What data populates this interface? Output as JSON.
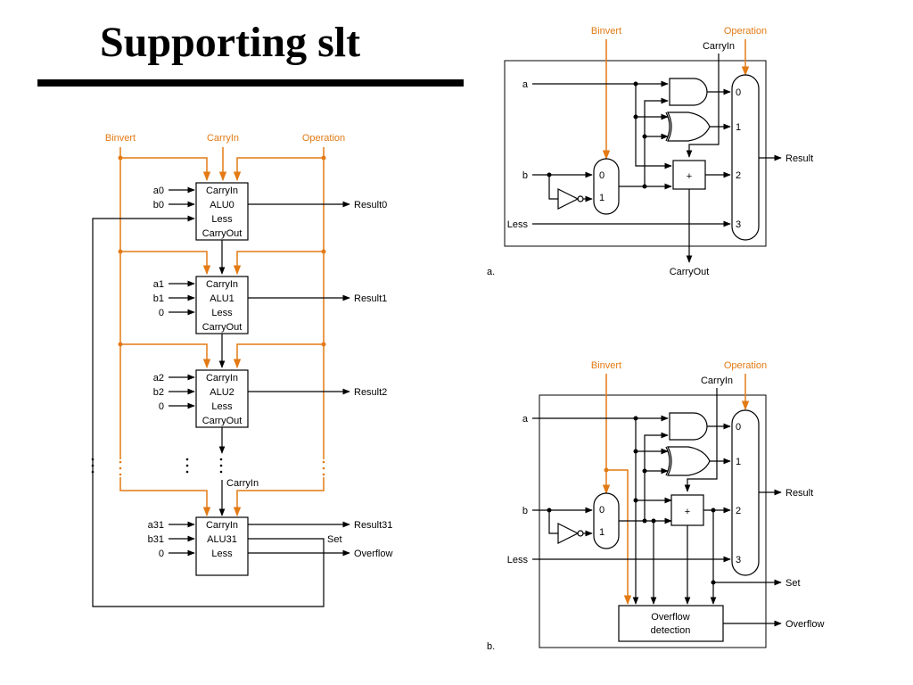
{
  "title": "Supporting slt",
  "colors": {
    "control": "#e37a14",
    "wire": "#000000"
  },
  "chain": {
    "binvert": "Binvert",
    "carryin": "CarryIn",
    "operation": "Operation",
    "carryin_mid": "CarryIn",
    "alus": [
      {
        "a": "a0",
        "b": "b0",
        "less": "",
        "carryin": "CarryIn",
        "name": "ALU0",
        "less_label": "Less",
        "carryout": "CarryOut",
        "result": "Result0"
      },
      {
        "a": "a1",
        "b": "b1",
        "less": "0",
        "carryin": "CarryIn",
        "name": "ALU1",
        "less_label": "Less",
        "carryout": "CarryOut",
        "result": "Result1"
      },
      {
        "a": "a2",
        "b": "b2",
        "less": "0",
        "carryin": "CarryIn",
        "name": "ALU2",
        "less_label": "Less",
        "carryout": "CarryOut",
        "result": "Result2"
      }
    ],
    "alu31": {
      "a": "a31",
      "b": "b31",
      "less": "0",
      "carryin": "CarryIn",
      "name": "ALU31",
      "less_label": "Less",
      "result": "Result31",
      "set": "Set",
      "overflow": "Overflow"
    }
  },
  "fig_a": {
    "binvert": "Binvert",
    "operation": "Operation",
    "carryin": "CarryIn",
    "a": "a",
    "b": "b",
    "less": "Less",
    "mux_b": [
      "0",
      "1"
    ],
    "mux_out": [
      "0",
      "1",
      "2",
      "3"
    ],
    "plus": "+",
    "result": "Result",
    "carryout": "CarryOut",
    "caption": "a."
  },
  "fig_b": {
    "binvert": "Binvert",
    "operation": "Operation",
    "carryin": "CarryIn",
    "a": "a",
    "b": "b",
    "less": "Less",
    "mux_b": [
      "0",
      "1"
    ],
    "mux_out": [
      "0",
      "1",
      "2",
      "3"
    ],
    "plus": "+",
    "result": "Result",
    "set": "Set",
    "overflow_box": [
      "Overflow",
      "detection"
    ],
    "overflow": "Overflow",
    "caption": "b."
  }
}
